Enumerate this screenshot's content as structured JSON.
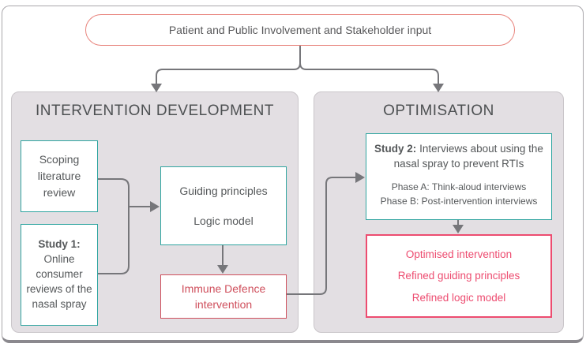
{
  "colors": {
    "teal": "#2fa5a0",
    "red": "#cf4f5c",
    "pink": "#ed4c70",
    "salmon": "#e8837c",
    "arrow": "#76767a",
    "panel_bg": "#e3dfe3",
    "text": "#55585a"
  },
  "top_box": {
    "label": "Patient and Public Involvement and Stakeholder input"
  },
  "left_panel": {
    "title": "INTERVENTION DEVELOPMENT",
    "scoping_box": {
      "label": "Scoping literature review"
    },
    "study1_box": {
      "title": "Study 1:",
      "body": "Online consumer reviews of the nasal spray"
    },
    "guiding_box": {
      "line1": "Guiding principles",
      "line2": "Logic model"
    },
    "immune_box": {
      "label": "Immune Defence intervention"
    }
  },
  "right_panel": {
    "title": "OPTIMISATION",
    "study2_box": {
      "title": "Study 2:",
      "body": "Interviews about using the nasal spray to prevent RTIs",
      "phase_a": "Phase A: Think-aloud interviews",
      "phase_b": "Phase B: Post-intervention interviews"
    },
    "outcomes_box": {
      "line1": "Optimised intervention",
      "line2": "Refined guiding principles",
      "line3": "Refined logic model"
    }
  }
}
